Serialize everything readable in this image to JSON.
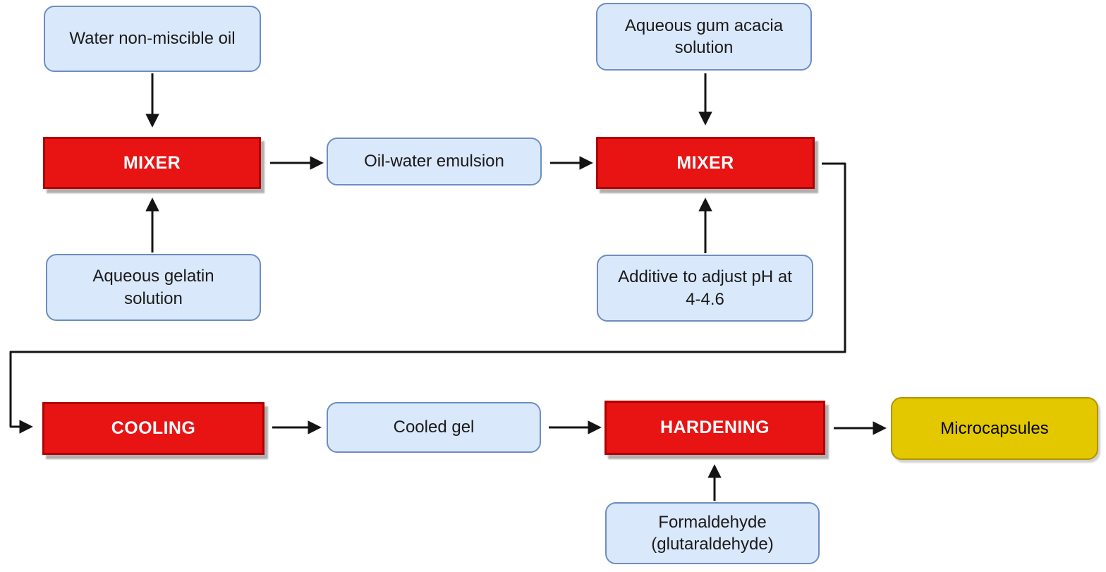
{
  "diagram_type": "process-flowchart",
  "nodes": {
    "water_oil": {
      "label": "Water non-miscible oil",
      "kind": "material"
    },
    "gum_acacia": {
      "label": "Aqueous gum acacia\nsolution",
      "kind": "material"
    },
    "mixer_1": {
      "label": "MIXER",
      "kind": "process"
    },
    "oil_water_emulsion": {
      "label": "Oil-water emulsion",
      "kind": "material"
    },
    "mixer_2": {
      "label": "MIXER",
      "kind": "process"
    },
    "gelatin": {
      "label": "Aqueous gelatin\nsolution",
      "kind": "material"
    },
    "additive_ph": {
      "label": "Additive to adjust pH at\n4-4.6",
      "kind": "material"
    },
    "cooling": {
      "label": "COOLING",
      "kind": "process"
    },
    "cooled_gel": {
      "label": "Cooled gel",
      "kind": "material"
    },
    "hardening": {
      "label": "HARDENING",
      "kind": "process"
    },
    "microcapsules": {
      "label": "Microcapsules",
      "kind": "output"
    },
    "formaldehyde": {
      "label": "Formaldehyde\n(glutaraldehyde)",
      "kind": "material"
    }
  },
  "connections": [
    {
      "from": "water_oil",
      "to": "mixer_1"
    },
    {
      "from": "gum_acacia",
      "to": "mixer_2"
    },
    {
      "from": "gelatin",
      "to": "mixer_1"
    },
    {
      "from": "additive_ph",
      "to": "mixer_2"
    },
    {
      "from": "mixer_1",
      "to": "oil_water_emulsion"
    },
    {
      "from": "oil_water_emulsion",
      "to": "mixer_2"
    },
    {
      "from": "mixer_2",
      "to": "cooling"
    },
    {
      "from": "cooling",
      "to": "cooled_gel"
    },
    {
      "from": "cooled_gel",
      "to": "hardening"
    },
    {
      "from": "hardening",
      "to": "microcapsules"
    },
    {
      "from": "formaldehyde",
      "to": "hardening"
    }
  ],
  "colors": {
    "process_fill": "#e81313",
    "process_border": "#b10000",
    "process_text": "#ffffff",
    "material_fill": "#dae8fc",
    "material_border": "#6c8ebf",
    "material_text": "#1a1a1a",
    "output_fill": "#e3c800",
    "output_border": "#b09500",
    "output_text": "#000000",
    "arrow_color": "#141414",
    "shadow_color": "#b0b0b0",
    "canvas_bg": "#ffffff"
  }
}
